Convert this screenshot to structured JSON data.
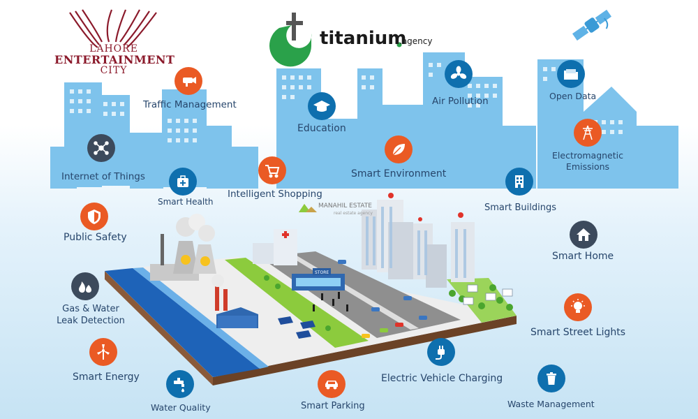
{
  "brands": {
    "lec": {
      "line1": "LAHORE",
      "line2": "ENTERTAINMENT",
      "line3": "CITY",
      "color": "#8b1a2b"
    },
    "titanium": {
      "word": "titanium",
      "suffix": ".agency",
      "color": "#2aa14a"
    },
    "watermark": {
      "name": "MANAHIL ESTATE",
      "tagline": "real estate agency"
    }
  },
  "colors": {
    "sky": "#c6e3f4",
    "buildings": "#7ec3ec",
    "label_text": "#26456b",
    "icon_blue": "#0e6fae",
    "icon_orange": "#ea5a24",
    "icon_dark": "#3c4a5c",
    "river": "#1e63b8",
    "grass": "#8ccb3d",
    "road": "#8f8f8f"
  },
  "services": {
    "traffic_management": {
      "label": "Traffic Management",
      "icon": "cctv-camera-icon",
      "color": "#ea5a24"
    },
    "internet_of_things": {
      "label": "Internet of Things",
      "icon": "network-hub-icon",
      "color": "#3c4a5c"
    },
    "smart_health": {
      "label": "Smart Health",
      "icon": "medical-kit-icon",
      "color": "#0e6fae"
    },
    "intelligent_shopping": {
      "label": "Intelligent Shopping",
      "icon": "shopping-cart-icon",
      "color": "#ea5a24"
    },
    "education": {
      "label": "Education",
      "icon": "graduation-cap-icon",
      "color": "#0e6fae"
    },
    "smart_environment": {
      "label": "Smart Environment",
      "icon": "leaf-icon",
      "color": "#ea5a24"
    },
    "air_pollution": {
      "label": "Air Pollution",
      "icon": "fan-icon",
      "color": "#0e6fae"
    },
    "open_data": {
      "label": "Open Data",
      "icon": "folder-icon",
      "color": "#0e6fae"
    },
    "electromagnetic_emissions": {
      "label_line1": "Electromagnetic",
      "label_line2": "Emissions",
      "icon": "power-tower-icon",
      "color": "#ea5a24"
    },
    "smart_buildings": {
      "label": "Smart Buildings",
      "icon": "building-icon",
      "color": "#0e6fae"
    },
    "public_safety": {
      "label": "Public Safety",
      "icon": "shield-icon",
      "color": "#ea5a24"
    },
    "smart_home": {
      "label": "Smart Home",
      "icon": "house-icon",
      "color": "#3c4a5c"
    },
    "gas_water_leak": {
      "label_line1": "Gas & Water",
      "label_line2": "Leak Detection",
      "icon": "flame-drop-icon",
      "color": "#3c4a5c"
    },
    "smart_street_lights": {
      "label": "Smart Street Lights",
      "icon": "light-bulb-icon",
      "color": "#ea5a24"
    },
    "smart_energy": {
      "label": "Smart Energy",
      "icon": "wind-turbine-icon",
      "color": "#ea5a24"
    },
    "electric_vehicle_charging": {
      "label": "Electric Vehicle Charging",
      "icon": "plug-icon",
      "color": "#0e6fae"
    },
    "water_quality": {
      "label": "Water Quality",
      "icon": "water-tap-icon",
      "color": "#0e6fae"
    },
    "smart_parking": {
      "label": "Smart Parking",
      "icon": "car-icon",
      "color": "#ea5a24"
    },
    "waste_management": {
      "label": "Waste Management",
      "icon": "trash-bin-icon",
      "color": "#0e6fae"
    }
  },
  "scene": {
    "store_sign": "STORE"
  }
}
